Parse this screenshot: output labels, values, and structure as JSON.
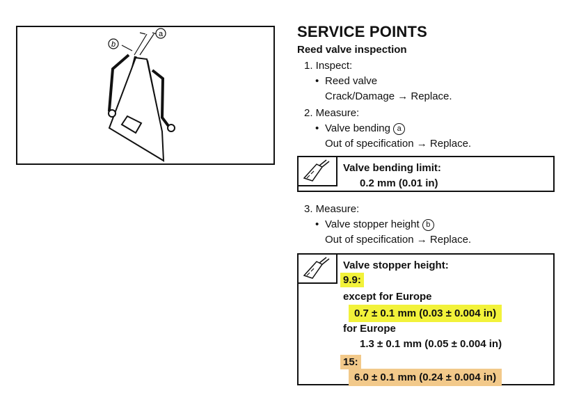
{
  "figure": {
    "label_a": "a",
    "label_b": "b"
  },
  "heading": "SERVICE POINTS",
  "subheading": "Reed valve inspection",
  "steps": {
    "s1": "1. Inspect:",
    "s1_item": "Reed valve",
    "s1_note": "Crack/Damage → Replace.",
    "s2": "2. Measure:",
    "s2_item": "Valve bending",
    "s2_item_mark": "a",
    "s2_note": "Out of specification → Replace.",
    "s3": "3. Measure:",
    "s3_item": "Valve stopper height",
    "s3_item_mark": "b",
    "s3_note": "Out of specification → Replace."
  },
  "spec1": {
    "title": "Valve bending limit:",
    "value": "0.2 mm (0.01 in)"
  },
  "spec2": {
    "title": "Valve stopper height:",
    "model_a": "9.9:",
    "except_europe": "except for Europe",
    "value_except": "0.7 ± 0.1 mm (0.03 ± 0.004 in)",
    "for_europe": "for Europe",
    "value_europe": "1.3 ± 0.1 mm (0.05 ± 0.004 in)",
    "model_b": "15:",
    "value_b": "6.0 ± 0.1 mm (0.24 ± 0.004 in)"
  },
  "colors": {
    "highlight_yellow": "#f2f23a",
    "highlight_orange": "#f2c98a"
  }
}
